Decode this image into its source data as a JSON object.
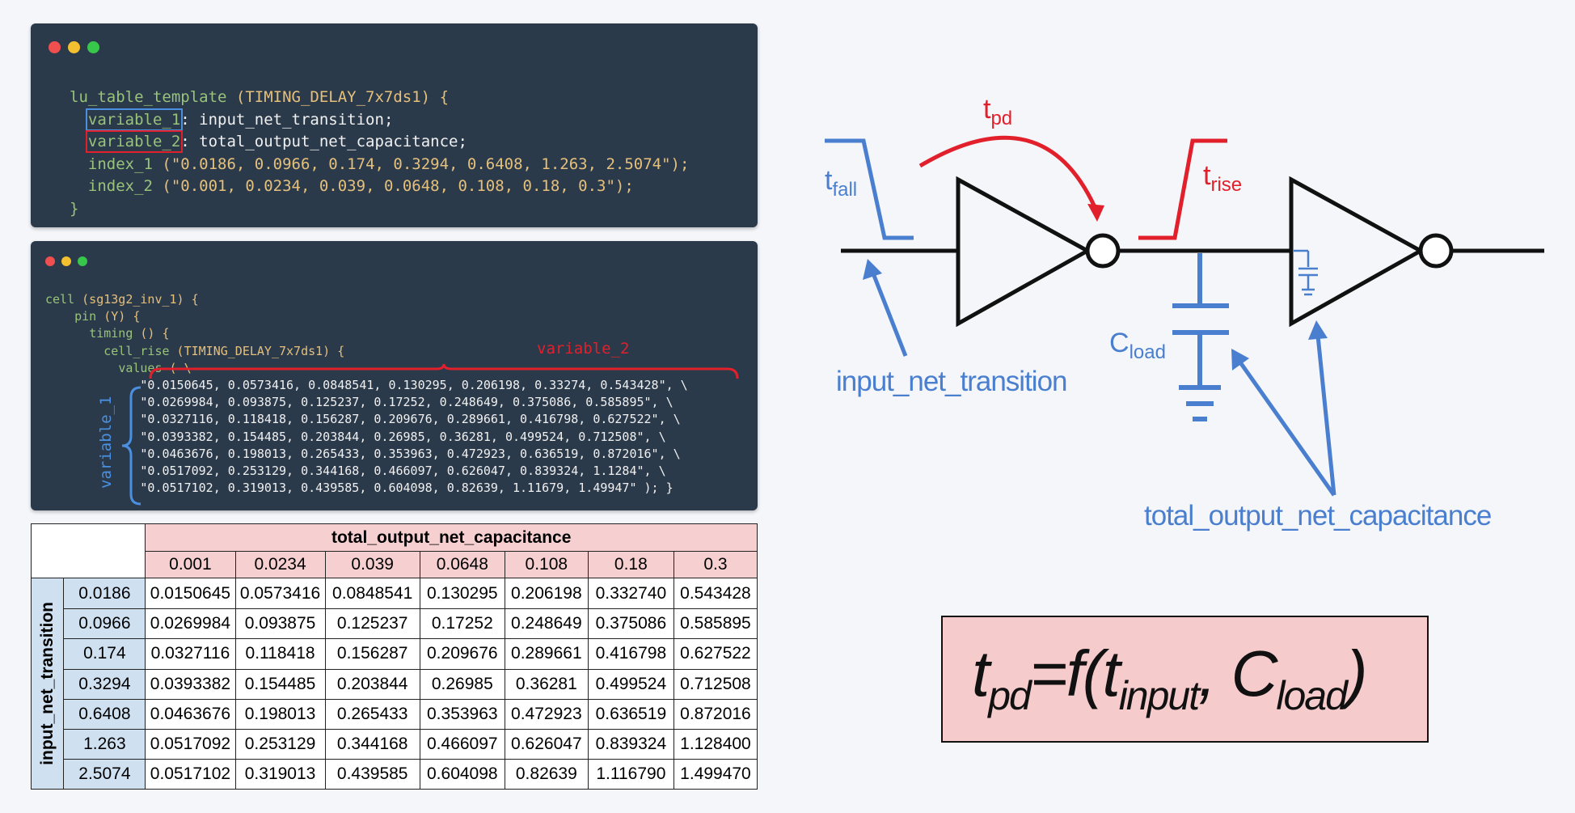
{
  "code_block_1": {
    "line1_kw": "lu_table_template",
    "line1_rest": " (TIMING_DELAY_7x7ds1) {",
    "var1_name": "variable_1",
    "var1_value": ": input_net_transition;",
    "var2_name": "variable_2",
    "var2_value": ": total_output_net_capacitance;",
    "index1_kw": "index_1",
    "index1_value": " (\"0.0186, 0.0966, 0.174, 0.3294, 0.6408, 1.263, 2.5074\");",
    "index2_kw": "index_2",
    "index2_value": " (\"0.001, 0.0234, 0.039, 0.0648, 0.108, 0.18, 0.3\");",
    "close": "}"
  },
  "code_block_2": {
    "l1_kw": "cell",
    "l1_rest": " (sg13g2_inv_1) {",
    "l2_kw": "pin",
    "l2_rest": " (Y) {",
    "l3_kw": "timing",
    "l3_rest": " () {",
    "l4_kw": "cell_rise",
    "l4_rest": " (TIMING_DELAY_7x7ds1) {",
    "l5_kw": "values",
    "l5_rest": " ( \\",
    "rows": [
      "\"0.0150645, 0.0573416, 0.0848541, 0.130295, 0.206198, 0.33274, 0.543428\", \\",
      "\"0.0269984, 0.093875, 0.125237, 0.17252, 0.248649, 0.375086, 0.585895\", \\",
      "\"0.0327116, 0.118418, 0.156287, 0.209676, 0.289661, 0.416798, 0.627522\", \\",
      "\"0.0393382, 0.154485, 0.203844, 0.26985, 0.36281, 0.499524, 0.712508\", \\",
      "\"0.0463676, 0.198013, 0.265433, 0.353963, 0.472923, 0.636519, 0.872016\", \\",
      "\"0.0517092, 0.253129, 0.344168, 0.466097, 0.626047, 0.839324, 1.1284\", \\",
      "\"0.0517102, 0.319013, 0.439585, 0.604098, 0.82639, 1.11679, 1.49947\" ); }"
    ],
    "annotation_var1": "variable_1",
    "annotation_var2": "variable_2"
  },
  "lookup_table": {
    "col_header": "total_output_net_capacitance",
    "row_header": "input_net_transition",
    "columns": [
      "0.001",
      "0.0234",
      "0.039",
      "0.0648",
      "0.108",
      "0.18",
      "0.3"
    ],
    "rows": [
      {
        "index": "0.0186",
        "values": [
          "0.0150645",
          "0.0573416",
          "0.0848541",
          "0.130295",
          "0.206198",
          "0.332740",
          "0.543428"
        ]
      },
      {
        "index": "0.0966",
        "values": [
          "0.0269984",
          "0.093875",
          "0.125237",
          "0.17252",
          "0.248649",
          "0.375086",
          "0.585895"
        ]
      },
      {
        "index": "0.174",
        "values": [
          "0.0327116",
          "0.118418",
          "0.156287",
          "0.209676",
          "0.289661",
          "0.416798",
          "0.627522"
        ]
      },
      {
        "index": "0.3294",
        "values": [
          "0.0393382",
          "0.154485",
          "0.203844",
          "0.26985",
          "0.36281",
          "0.499524",
          "0.712508"
        ]
      },
      {
        "index": "0.6408",
        "values": [
          "0.0463676",
          "0.198013",
          "0.265433",
          "0.353963",
          "0.472923",
          "0.636519",
          "0.872016"
        ]
      },
      {
        "index": "1.263",
        "values": [
          "0.0517092",
          "0.253129",
          "0.344168",
          "0.466097",
          "0.626047",
          "0.839324",
          "1.128400"
        ]
      },
      {
        "index": "2.5074",
        "values": [
          "0.0517102",
          "0.319013",
          "0.439585",
          "0.604098",
          "0.82639",
          "1.116790",
          "1.499470"
        ]
      }
    ]
  },
  "diagram": {
    "t_pd": {
      "main": "t",
      "sub": "pd"
    },
    "t_fall": {
      "main": "t",
      "sub": "fall"
    },
    "t_rise": {
      "main": "t",
      "sub": "rise"
    },
    "c_load": {
      "main": "C",
      "sub": "load"
    },
    "label_input": "input_net_transition",
    "label_output": "total_output_net_capacitance"
  },
  "formula": {
    "t": "t",
    "pd": "pd",
    "eq": "=f(",
    "t2": "t",
    "input": "input",
    "comma": ", ",
    "c": "C",
    "load": "load",
    "close": ")"
  },
  "colors": {
    "code_bg": "#2b3a4b",
    "blue": "#4a7fcf",
    "red": "#e2202c",
    "header_pink": "#f6cfd0",
    "header_blue": "#cfe0f1"
  }
}
